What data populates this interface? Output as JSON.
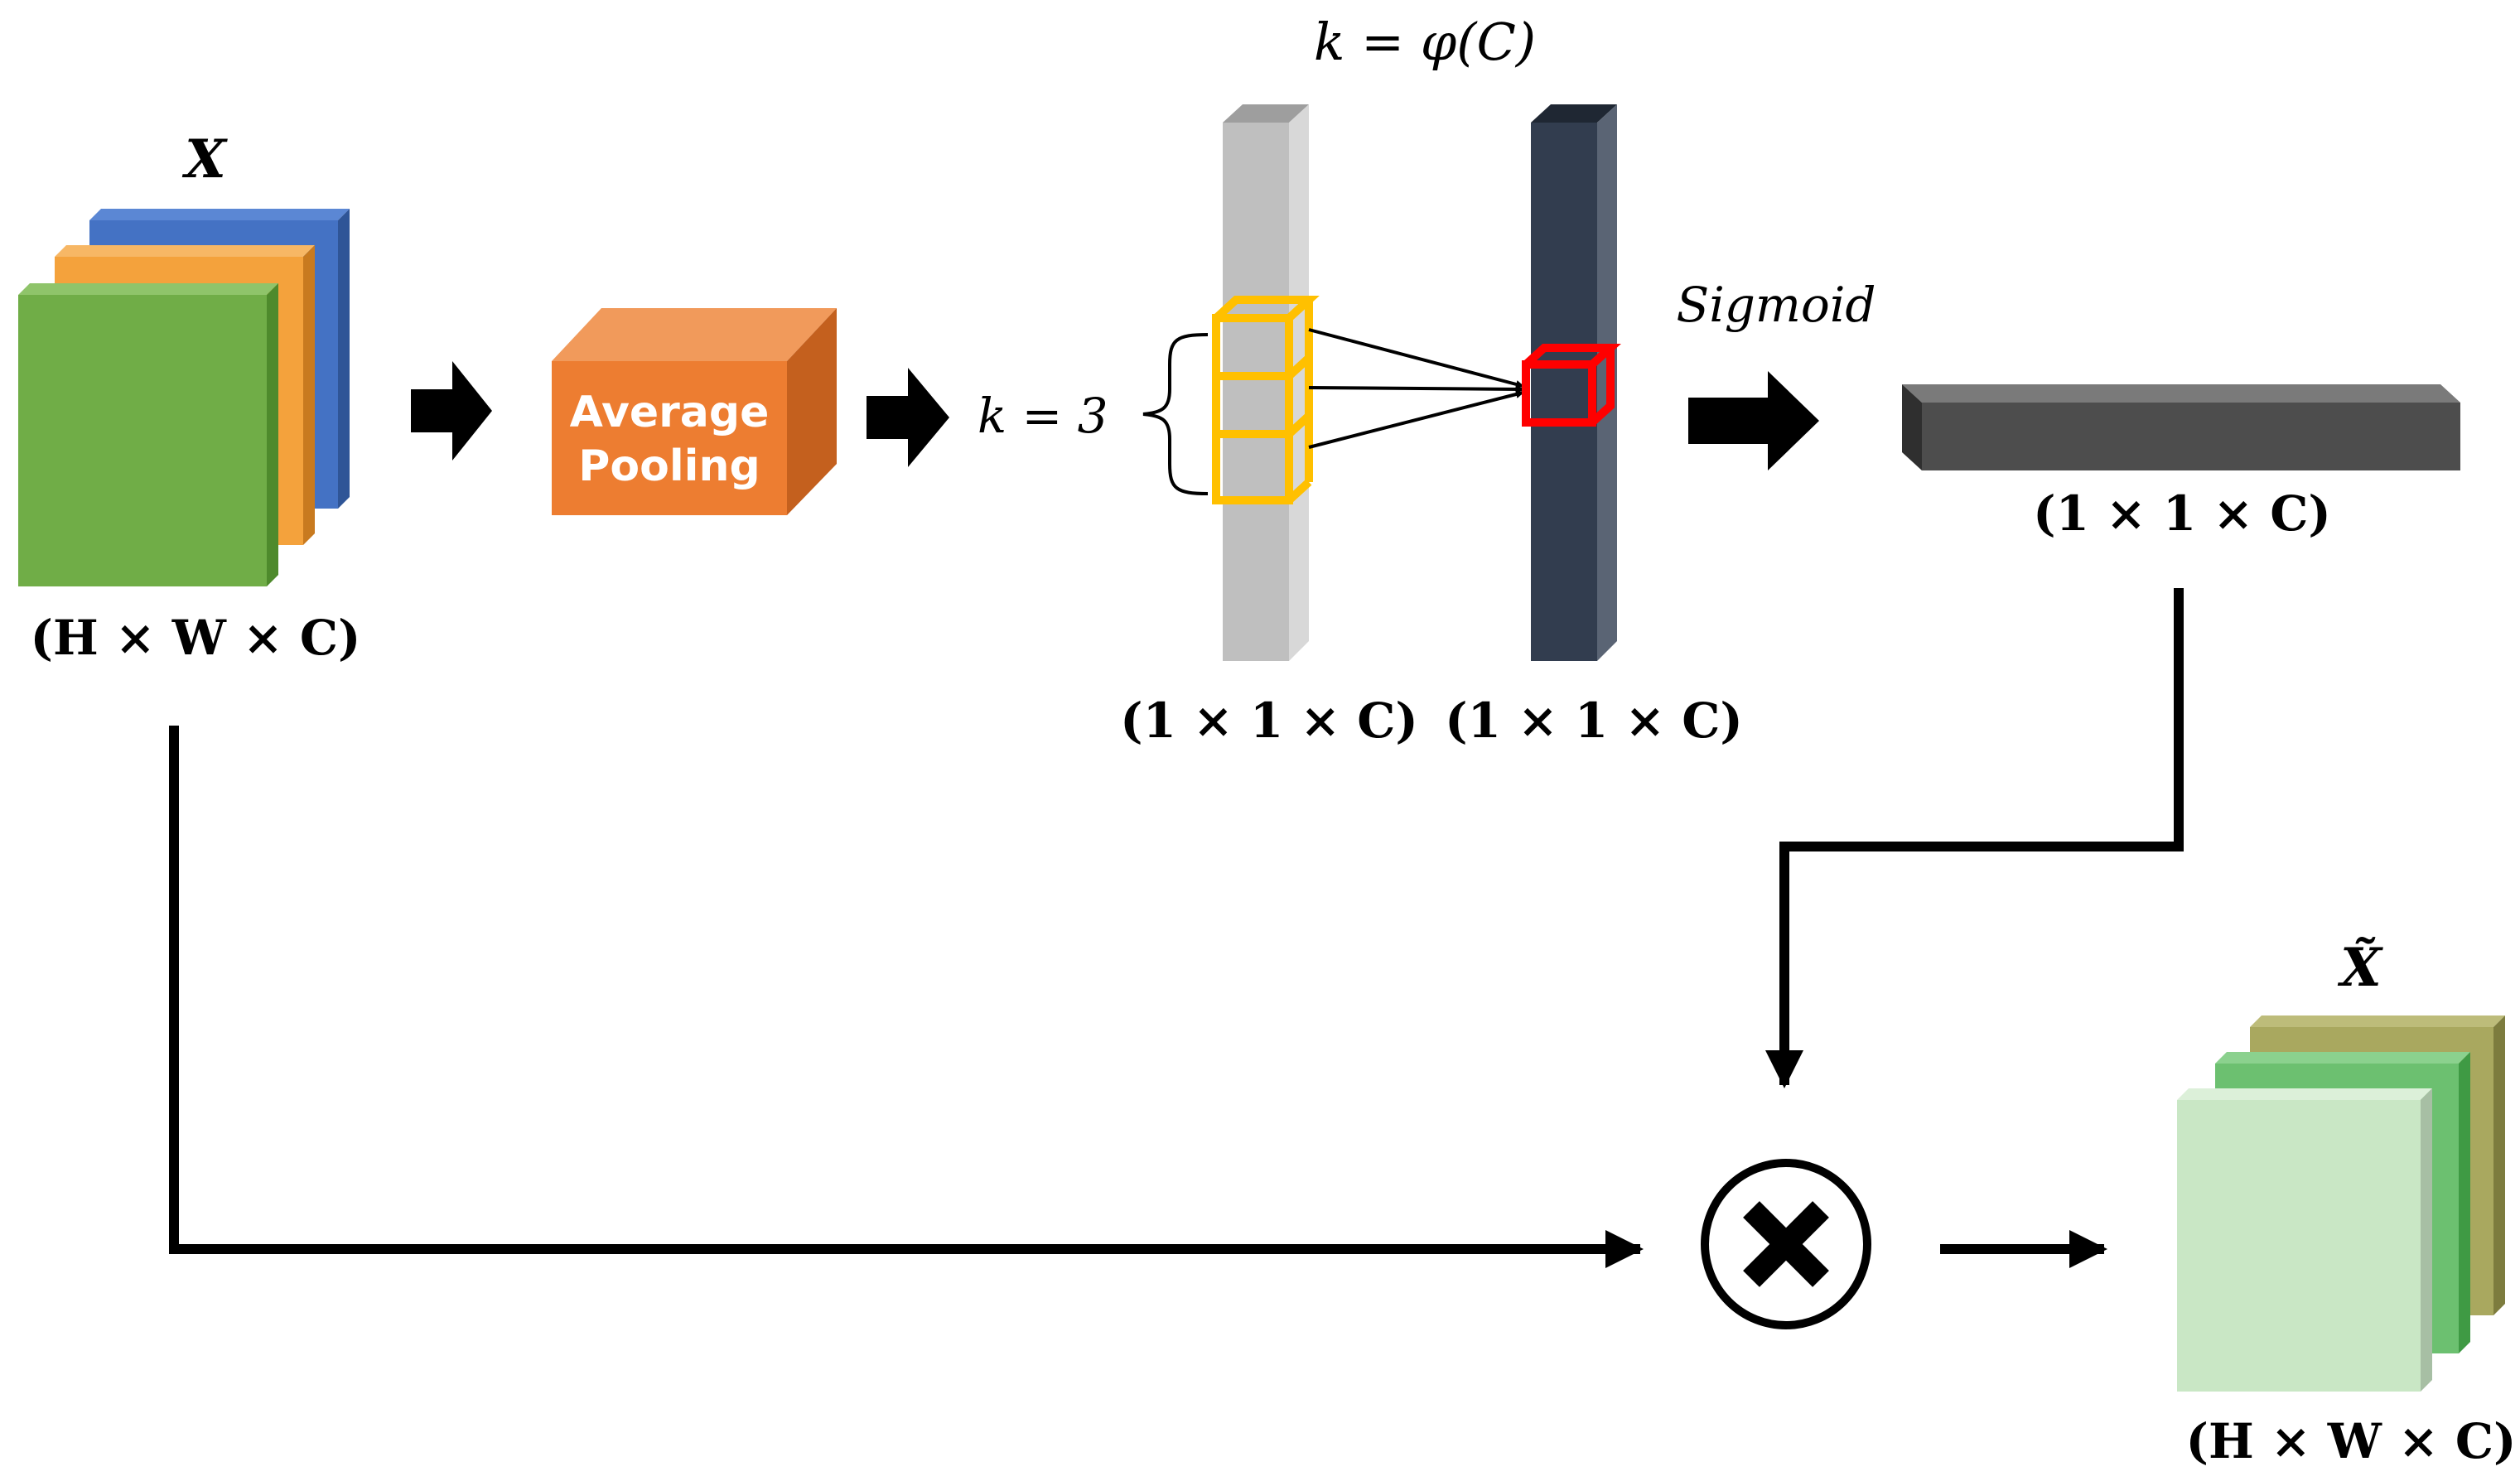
{
  "labels": {
    "input_name": "X",
    "input_dims": "(H × W × C)",
    "pooling_line1": "Average",
    "pooling_line2": "Pooling",
    "k_equals": "k = 3",
    "k_formula": "k = φ(C)",
    "conv_in_dims": "(1 × 1 × C)",
    "conv_out_dims": "(1 × 1 × C)",
    "sigmoid": "Sigmoid",
    "sigmoid_dims": "(1 × 1 × C)",
    "output_name": "X̃",
    "output_dims": "(H × W × C)"
  },
  "colors": {
    "input_front": "#70ad47",
    "input_mid": "#f4a23c",
    "input_back": "#4472c4",
    "pooling": "#ed7d31",
    "conv_in_bar": "#bfbfbf",
    "conv_out_bar": "#323d4f",
    "kernel": "#ffc000",
    "output_cell": "#ff0000",
    "sigmoid_bar": "#4d4d4d",
    "output_front": "#c9e7c5",
    "output_mid": "#6cc070",
    "output_back": "#a9a85f"
  }
}
